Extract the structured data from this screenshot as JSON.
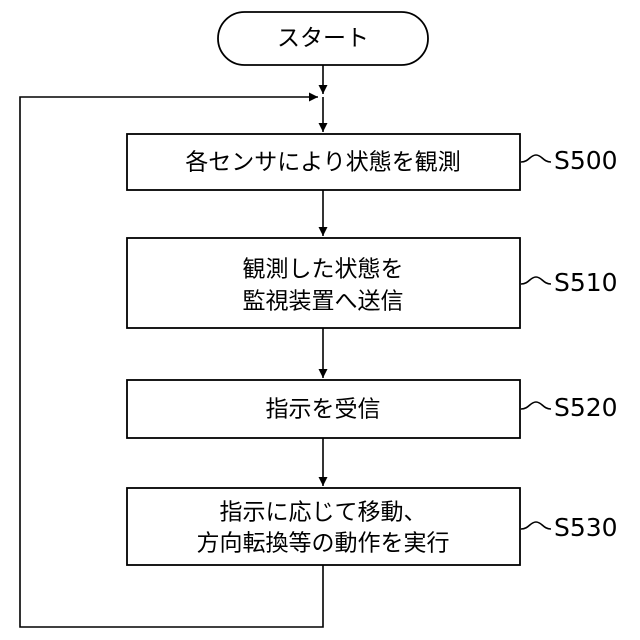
{
  "start": {
    "label": "スタート"
  },
  "steps": [
    {
      "id": "S500",
      "lines": [
        "各センサにより状態を観測"
      ]
    },
    {
      "id": "S510",
      "lines": [
        "観測した状態を",
        "監視装置へ送信"
      ]
    },
    {
      "id": "S520",
      "lines": [
        "指示を受信"
      ]
    },
    {
      "id": "S530",
      "lines": [
        "指示に応じて移動、",
        "方向転換等の動作を実行"
      ]
    }
  ],
  "colors": {
    "stroke": "#000000",
    "fill": "#ffffff",
    "background": "#ffffff"
  }
}
